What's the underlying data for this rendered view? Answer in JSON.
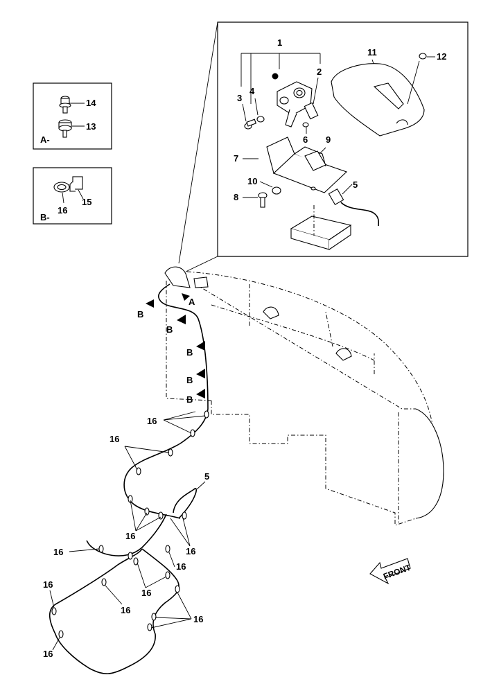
{
  "detail_a": {
    "prefix": "A-",
    "parts": [
      "14",
      "13"
    ]
  },
  "detail_b": {
    "prefix": "B-",
    "parts": [
      "16",
      "15"
    ]
  },
  "callouts_main": [
    "1",
    "2",
    "3",
    "4",
    "6",
    "7",
    "8",
    "9",
    "10",
    "5",
    "11",
    "12"
  ],
  "view_markers": [
    "A",
    "B",
    "B",
    "B",
    "B",
    "B"
  ],
  "harness": {
    "part_5": "5",
    "clip_16": "16"
  },
  "front_label": "FRONT",
  "icons": [
    "direction-arrow-icon",
    "filled-arrow-icon"
  ]
}
